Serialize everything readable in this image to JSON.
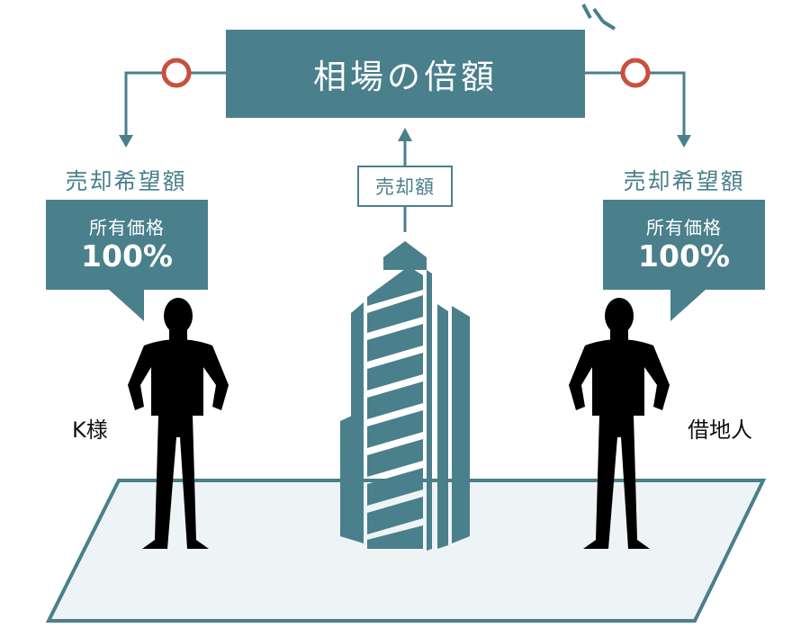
{
  "top_box": {
    "label": "相場の倍額"
  },
  "center": {
    "sale_label": "売却額"
  },
  "left": {
    "desired_label": "売却希望額",
    "bubble_label": "所有価格",
    "bubble_value": "100%",
    "person_label": "K様"
  },
  "right": {
    "desired_label": "売却希望額",
    "bubble_label": "所有価格",
    "bubble_value": "100%",
    "person_label": "借地人"
  },
  "colors": {
    "teal": "#4a7f8c",
    "circle": "#c8503c",
    "ground_fill": "#eef4f5",
    "silhouette": "#000000"
  },
  "icons": [
    "building-icon",
    "person-silhouette-icon",
    "emphasis-lines-icon",
    "circle-mark-icon"
  ]
}
